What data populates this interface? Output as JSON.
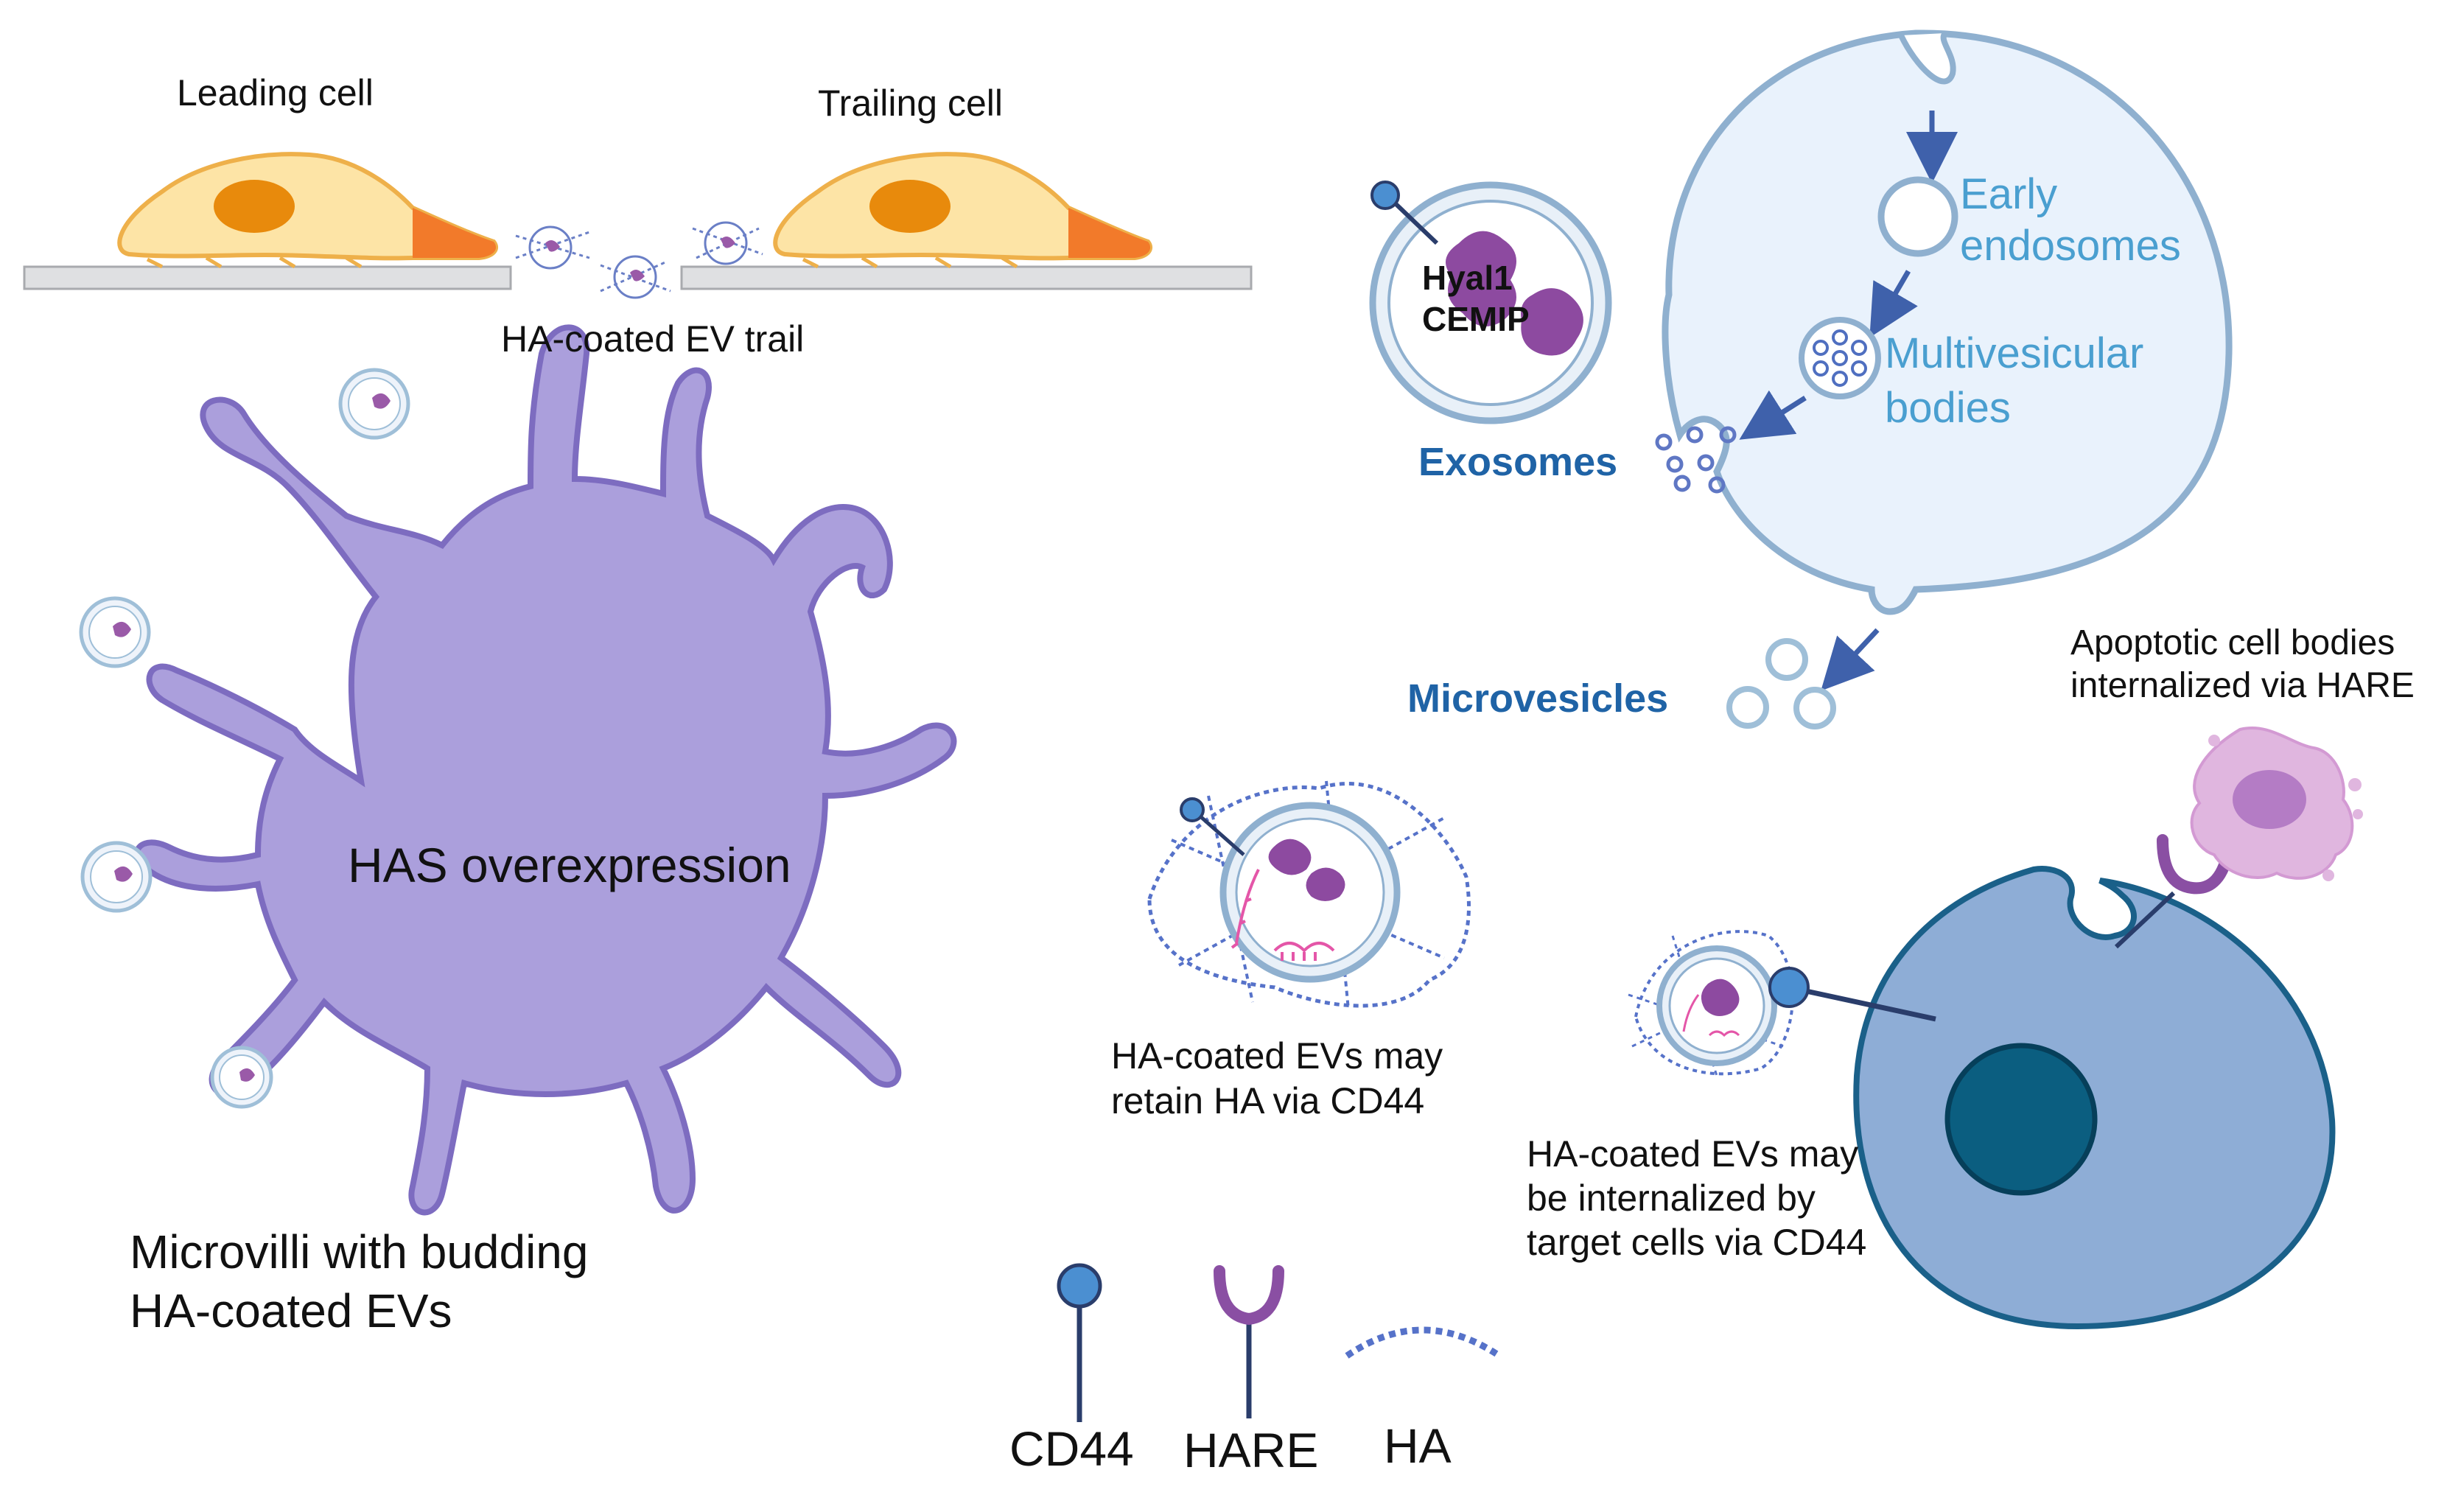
{
  "labels": {
    "leading_cell": "Leading cell",
    "trailing_cell": "Trailing cell",
    "ev_trail": "HA-coated EV trail",
    "has_overexpression": "HAS overexpression",
    "microvilli_line1": "Microvilli with budding",
    "microvilli_line2": "HA-coated EVs",
    "hyal1": "Hyal1",
    "cemip": "CEMIP",
    "exosomes": "Exosomes",
    "early_endosomes_line1": "Early",
    "early_endosomes_line2": "endosomes",
    "mvb_line1": "Multivesicular",
    "mvb_line2": "bodies",
    "microvesicles": "Microvesicles",
    "retain_line1": "HA-coated EVs may",
    "retain_line2": "retain HA via CD44",
    "internalized_line1": "HA-coated EVs may",
    "internalized_line2": "be internalized by",
    "internalized_line3": "target cells via CD44",
    "apoptotic_line1": "Apoptotic cell bodies",
    "apoptotic_line2": "internalized via HARE"
  },
  "legend": {
    "cd44": "CD44",
    "hare": "HARE",
    "ha": "HA"
  },
  "colors": {
    "migrating_cell": "#fde4a6",
    "cell_outline": "#eeb04a",
    "nucleus_orange": "#e88a0c",
    "leading_edge": "#f27a2a",
    "microvilli_cell": "#ab9fdc",
    "microvilli_outline": "#7d6cc0",
    "secreting_cell": "#e9f2fc",
    "secreting_outline": "#8fb0cf",
    "target_cell": "#8eadd6",
    "target_outline": "#1a6089",
    "target_nucleus": "#0b5e80",
    "cd44": "#4b8fd1",
    "receptor_stem": "#2a3d6b",
    "hare": "#8a4fa3",
    "ha": "#5672c9",
    "cargo": "#9a5aa8",
    "arrow": "#3f61ab",
    "text_blue": "#1f63a6",
    "text_light_blue": "#4a9fd0"
  }
}
